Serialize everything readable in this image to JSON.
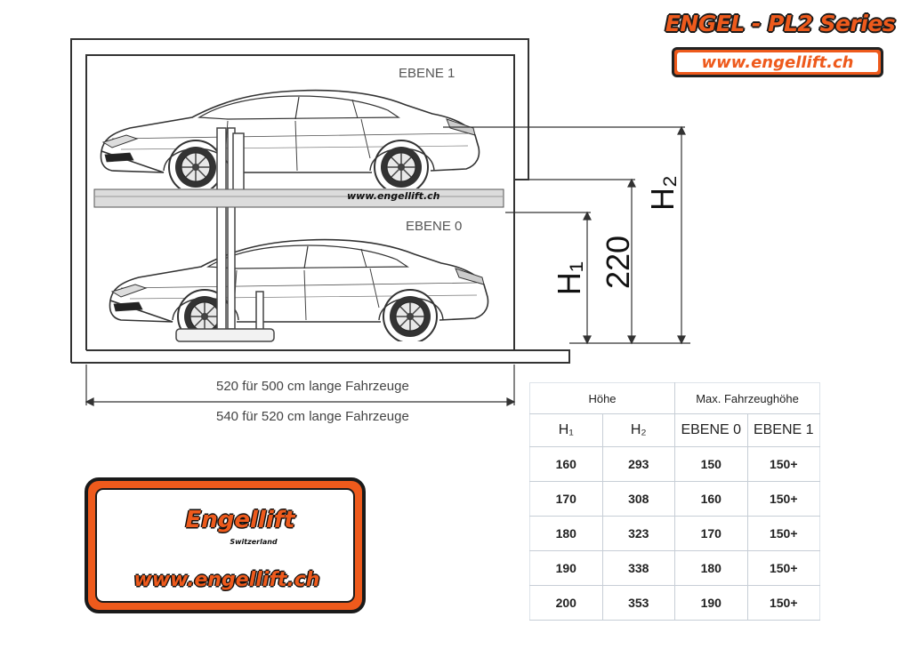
{
  "header": {
    "series_title": "ENGEL - PL2 Series",
    "url": "www.engellift.ch"
  },
  "drawing": {
    "level_1_label": "EBENE 1",
    "level_0_label": "EBENE 0",
    "platform_watermark": "www.engellift.ch",
    "dim_h1": "H₁",
    "dim_h2": "H₂",
    "dim_220": "220",
    "width_label_1": "520 für 500 cm lange Fahrzeuge",
    "width_label_2": "540 für 520 cm lange Fahrzeuge"
  },
  "logo": {
    "brand": "Engellift",
    "country": "Switzerland",
    "url": "www.engellift.ch",
    "accent_color": "#ee5a1c"
  },
  "table": {
    "group_height": "Höhe",
    "group_max": "Max. Fahrzeughöhe",
    "columns": [
      "H₁",
      "H₂",
      "EBENE 0",
      "EBENE 1"
    ],
    "rows": [
      [
        "160",
        "293",
        "150",
        "150+"
      ],
      [
        "170",
        "308",
        "160",
        "150+"
      ],
      [
        "180",
        "323",
        "170",
        "150+"
      ],
      [
        "190",
        "338",
        "180",
        "150+"
      ],
      [
        "200",
        "353",
        "190",
        "150+"
      ]
    ]
  }
}
